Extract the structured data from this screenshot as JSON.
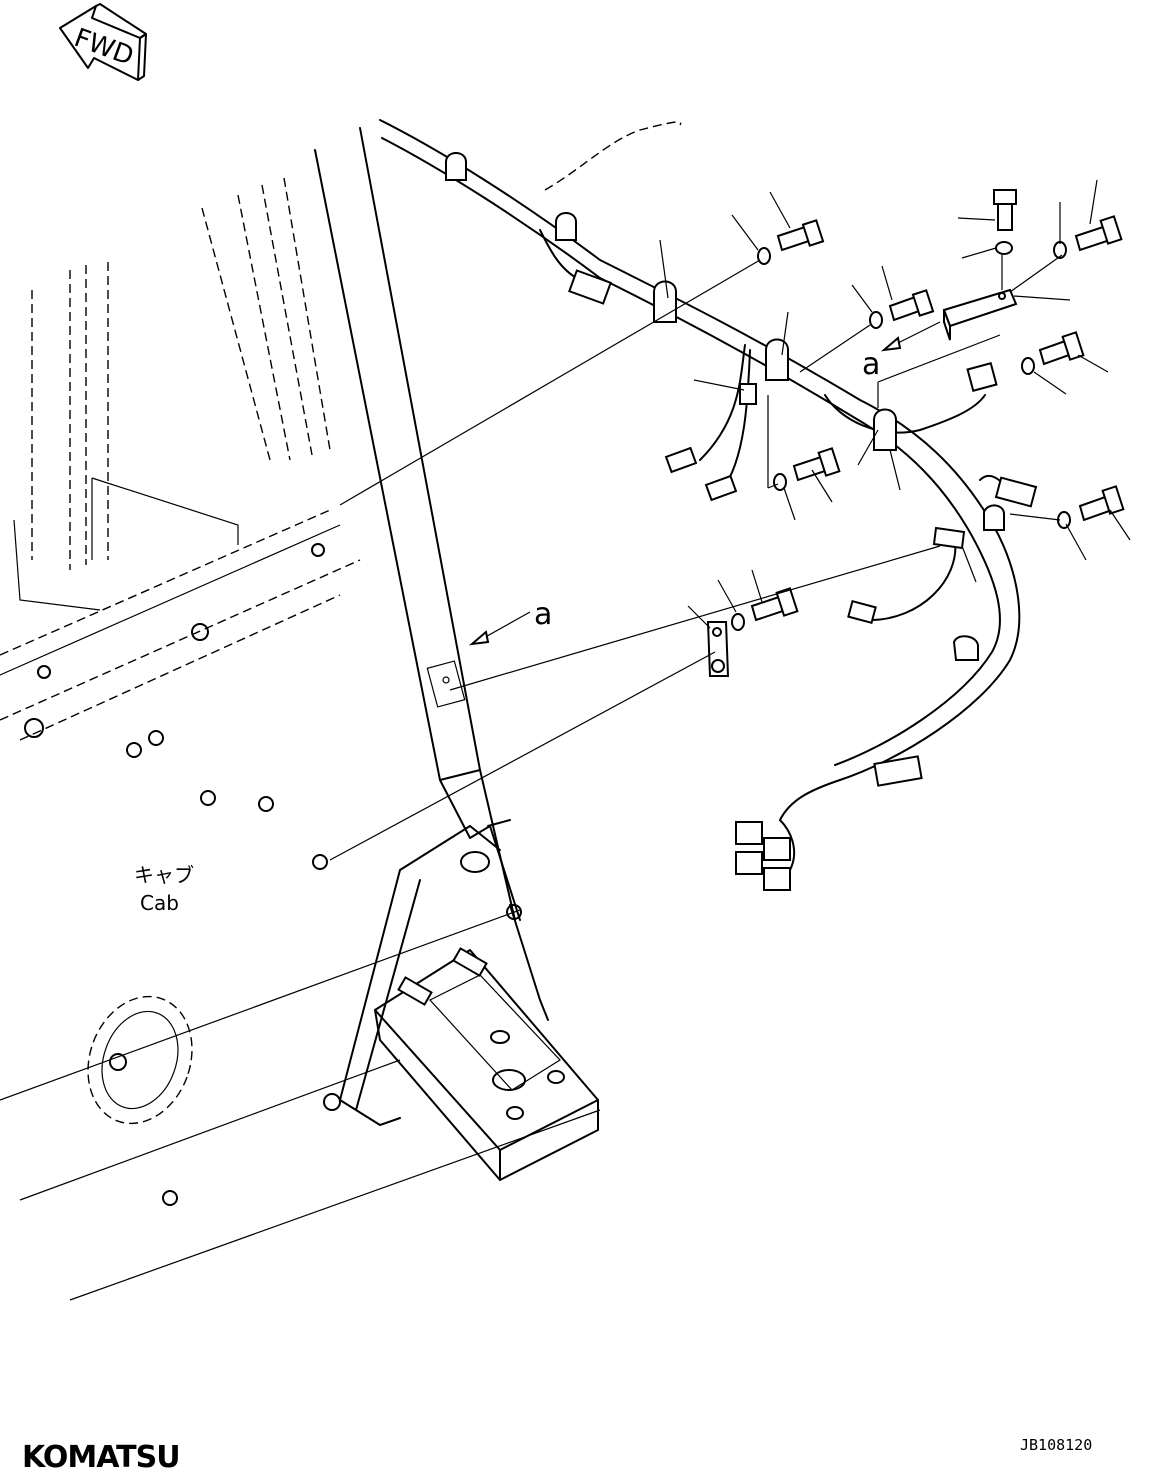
{
  "fwd_label": "FWD",
  "view_labels": {
    "a_upper": "a",
    "a_lower": "a"
  },
  "cab_label_jp": "キャブ",
  "cab_label_en": "Cab",
  "logo_text": "KOMATSU",
  "drawing_number": "JB108120"
}
